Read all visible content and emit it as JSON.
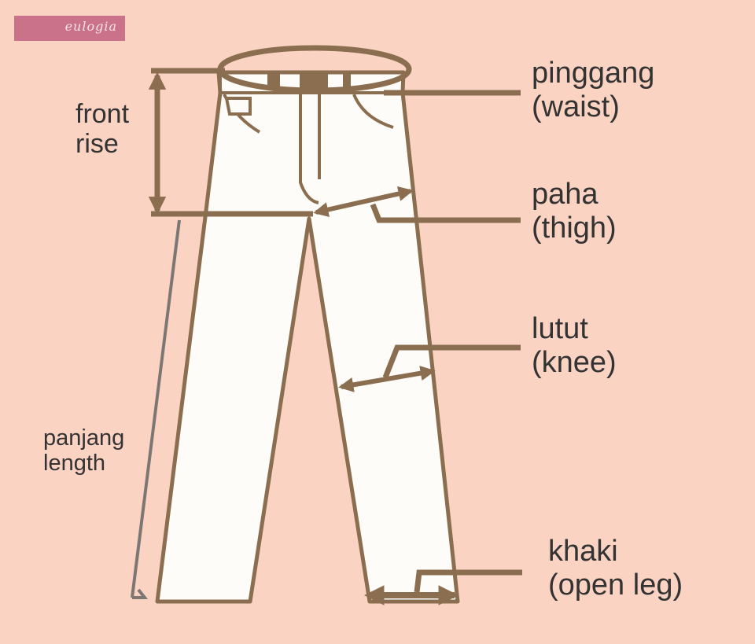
{
  "logo": {
    "text": "eulogia"
  },
  "labels": {
    "waist": {
      "line1": "pinggang",
      "line2": "(waist)"
    },
    "thigh": {
      "line1": "paha",
      "line2": "(thigh)"
    },
    "knee": {
      "line1": "lutut",
      "line2": "(knee)"
    },
    "open_leg": {
      "line1": "khaki",
      "line2": "(open leg)"
    },
    "front_rise": {
      "line1": "front",
      "line2": "rise"
    },
    "length": {
      "line1": "panjang",
      "line2": "length"
    }
  },
  "colors": {
    "background": "#fbd3c3",
    "outline": "#8a6e4f",
    "pants_fill": "#fdfcf8",
    "logo_bg": "#c9728a",
    "length_line": "#7d7672",
    "text": "#333333"
  }
}
